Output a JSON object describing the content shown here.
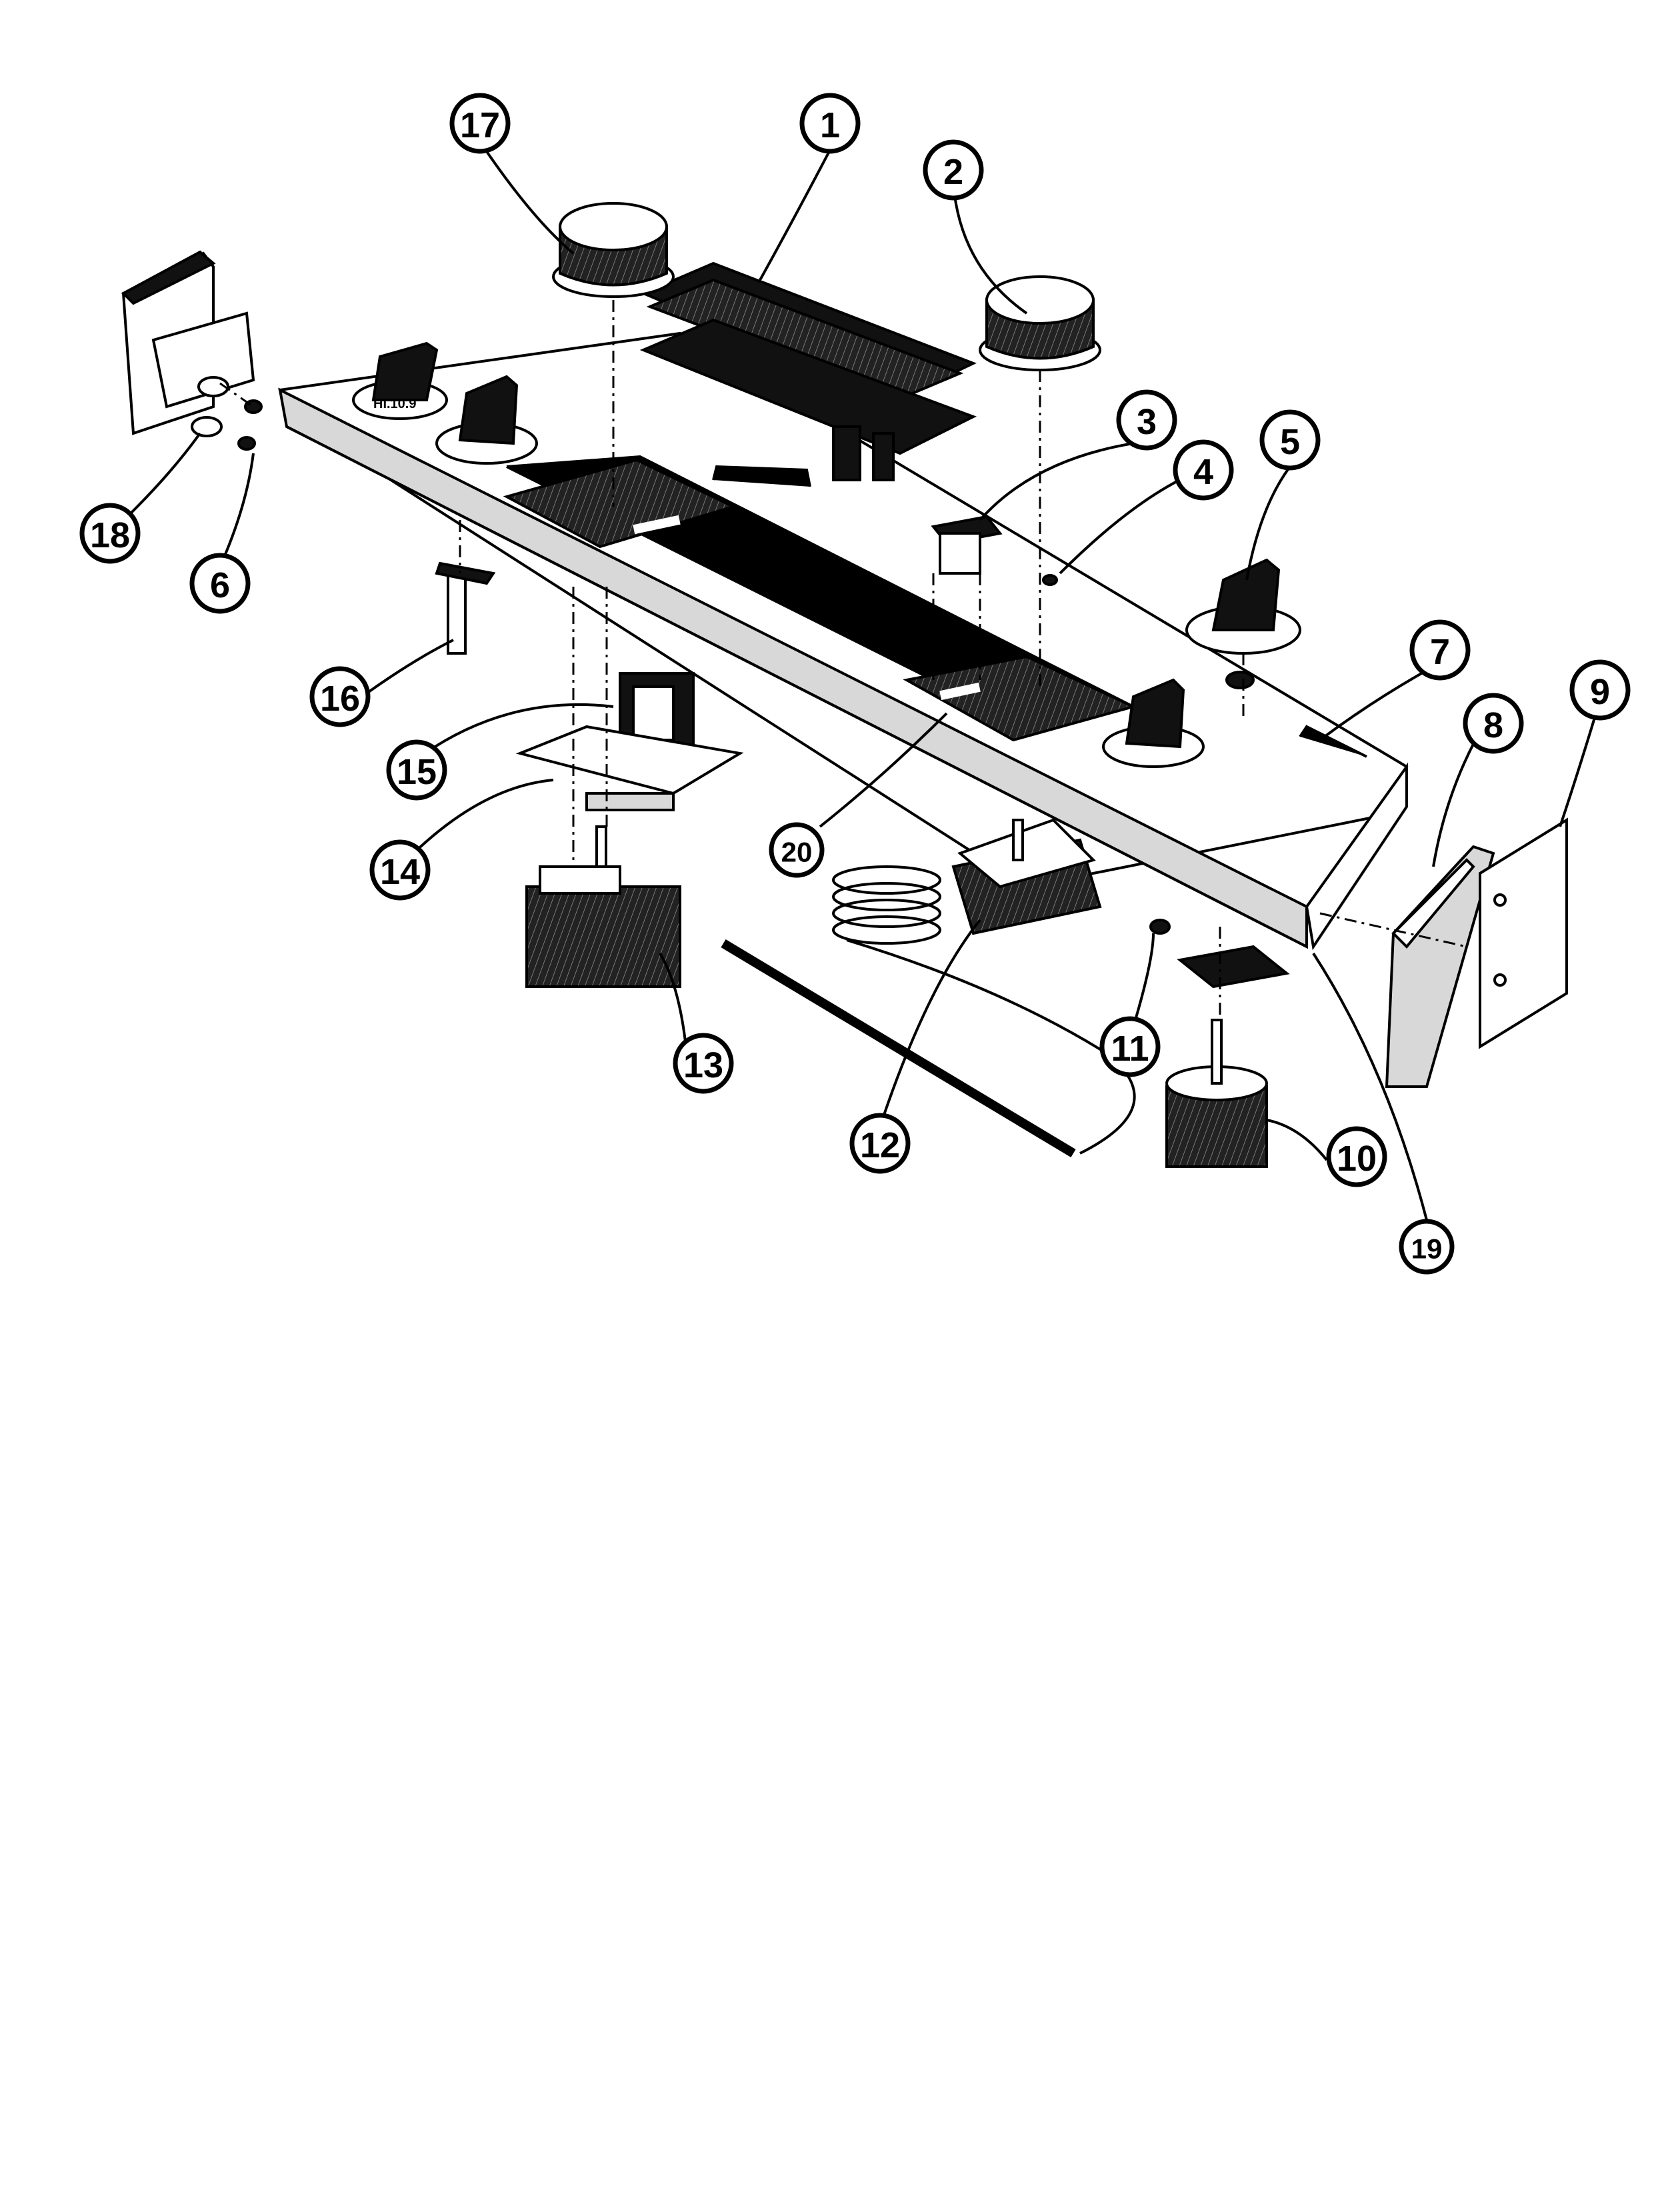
{
  "diagram": {
    "callouts": [
      {
        "id": "1",
        "label": "1"
      },
      {
        "id": "2",
        "label": "2"
      },
      {
        "id": "3",
        "label": "3"
      },
      {
        "id": "4",
        "label": "4"
      },
      {
        "id": "5",
        "label": "5"
      },
      {
        "id": "6",
        "label": "6"
      },
      {
        "id": "7",
        "label": "7"
      },
      {
        "id": "8",
        "label": "8"
      },
      {
        "id": "9",
        "label": "9"
      },
      {
        "id": "10",
        "label": "10"
      },
      {
        "id": "11",
        "label": "11"
      },
      {
        "id": "12",
        "label": "12"
      },
      {
        "id": "13",
        "label": "13"
      },
      {
        "id": "14",
        "label": "14"
      },
      {
        "id": "15",
        "label": "15"
      },
      {
        "id": "16",
        "label": "16"
      },
      {
        "id": "17",
        "label": "17"
      },
      {
        "id": "18",
        "label": "18"
      },
      {
        "id": "19",
        "label": "19"
      },
      {
        "id": "20",
        "label": "20"
      }
    ]
  },
  "colors": {
    "ink": "#000000",
    "paper": "#ffffff"
  }
}
